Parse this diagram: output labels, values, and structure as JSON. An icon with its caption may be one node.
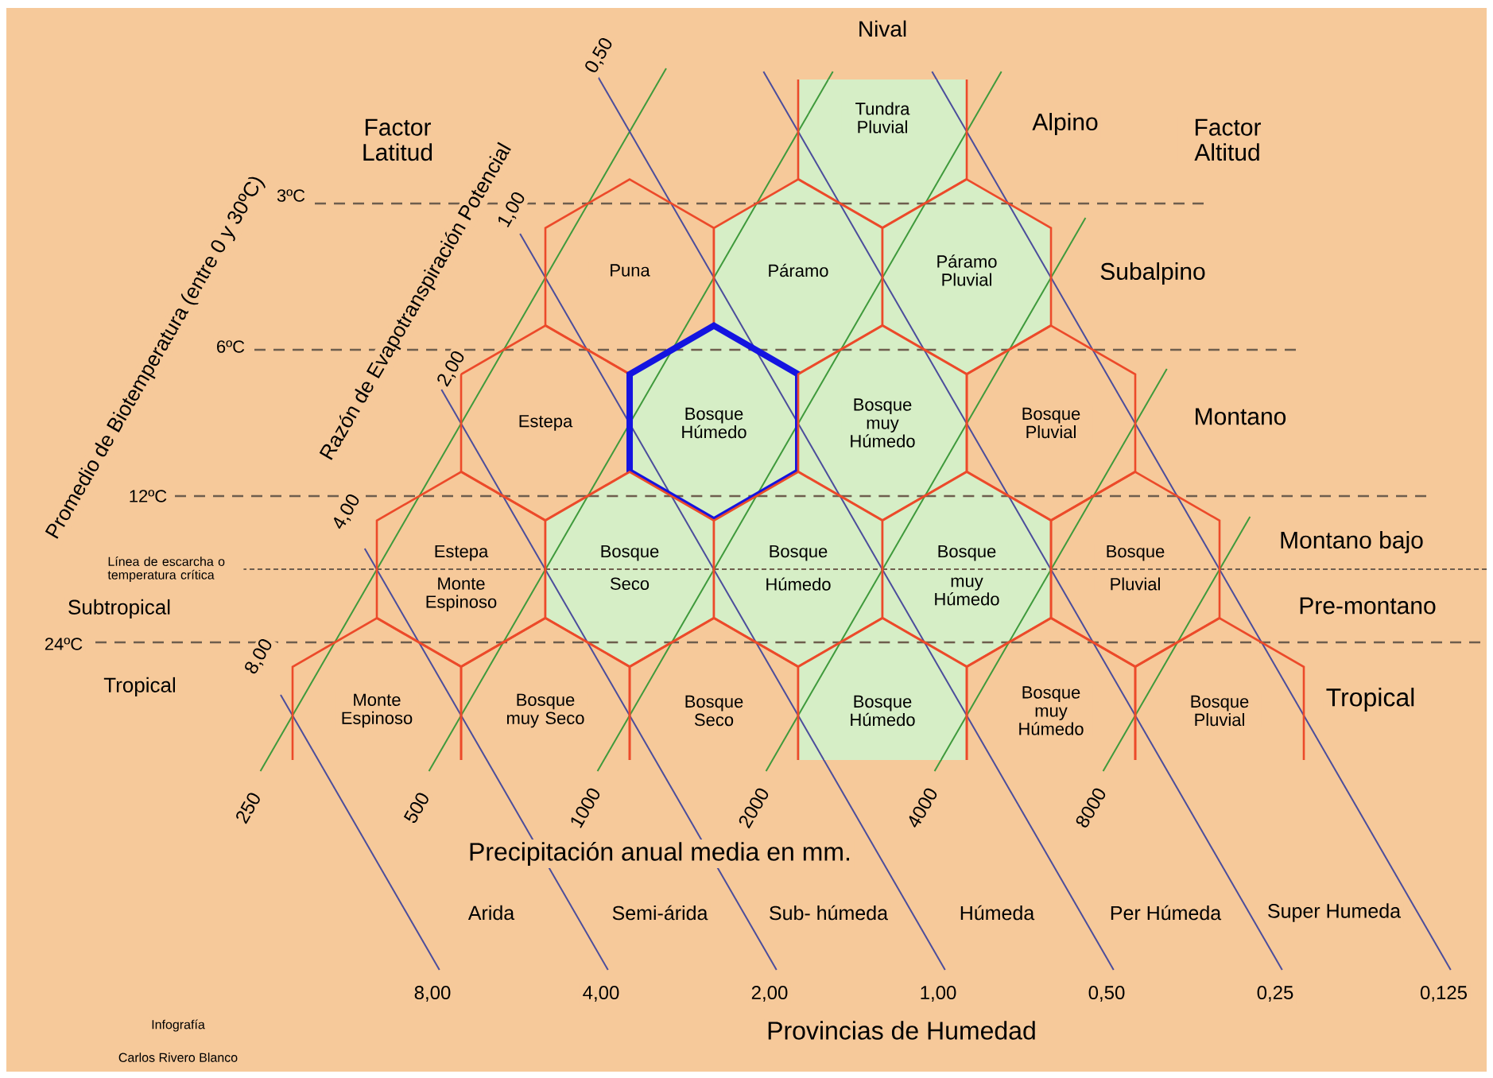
{
  "diagram": {
    "nodes": [
      {
        "text": [
          "Tundra Pluvial"
        ]
      },
      {
        "text": [
          "Puna"
        ]
      },
      {
        "text": [
          "Páramo"
        ]
      },
      {
        "text": [
          "Páramo Pluvial"
        ]
      },
      {
        "text": [
          "Estepa"
        ]
      },
      {
        "text": [
          "Bosque Húmedo"
        ]
      },
      {
        "text": [
          "Bosque muy Húmedo"
        ]
      },
      {
        "text": [
          "Bosque Pluvial"
        ]
      },
      {
        "text": [
          "Estepa",
          "Monte Espinoso"
        ]
      },
      {
        "text": [
          "Bosque",
          "Seco"
        ]
      },
      {
        "text": [
          "Bosque",
          "Húmedo"
        ]
      },
      {
        "text": [
          "Bosque",
          "muy Húmedo"
        ]
      },
      {
        "text": [
          "Bosque",
          "Pluvial"
        ]
      },
      {
        "text": [
          "Monte Espinoso"
        ]
      },
      {
        "text": [
          "Bosque muy Seco"
        ]
      },
      {
        "text": [
          "Bosque Seco"
        ]
      },
      {
        "text": [
          "Bosque Húmedo"
        ]
      },
      {
        "text": [
          "Bosque muy Húmedo"
        ]
      },
      {
        "text": [
          "Bosque Pluvial"
        ]
      }
    ],
    "labels": [
      "Nival",
      "0,50",
      "Factor Latitud",
      "Alpino",
      "Factor Altitud",
      "Promedio de Biotemperatura (entre 0 y 30ºC)",
      "Razón de Evapotranspiración Potencial",
      "1,00",
      "3ºC",
      "Subalpino",
      "6ºC",
      "2,00",
      "Montano",
      "12ºC",
      "4,00",
      "Línea de escarcha o temperatura crítica",
      "Montano bajo",
      "Subtropical",
      "Pre-montano",
      "24ºC",
      "8,00",
      "Tropical",
      "Tropical",
      "250",
      "500",
      "1000",
      "2000",
      "4000",
      "8000",
      "Precipitación anual media en mm.",
      "Arida",
      "Semi-árida",
      "Sub- húmeda",
      "Húmeda",
      "Per Húmeda",
      "Super Humeda",
      "8,00",
      "4,00",
      "2,00",
      "1,00",
      "0,50",
      "0,25",
      "0,125",
      "Provincias de Humedad",
      "Infografía",
      "Carlos Rivero Blanco"
    ]
  }
}
